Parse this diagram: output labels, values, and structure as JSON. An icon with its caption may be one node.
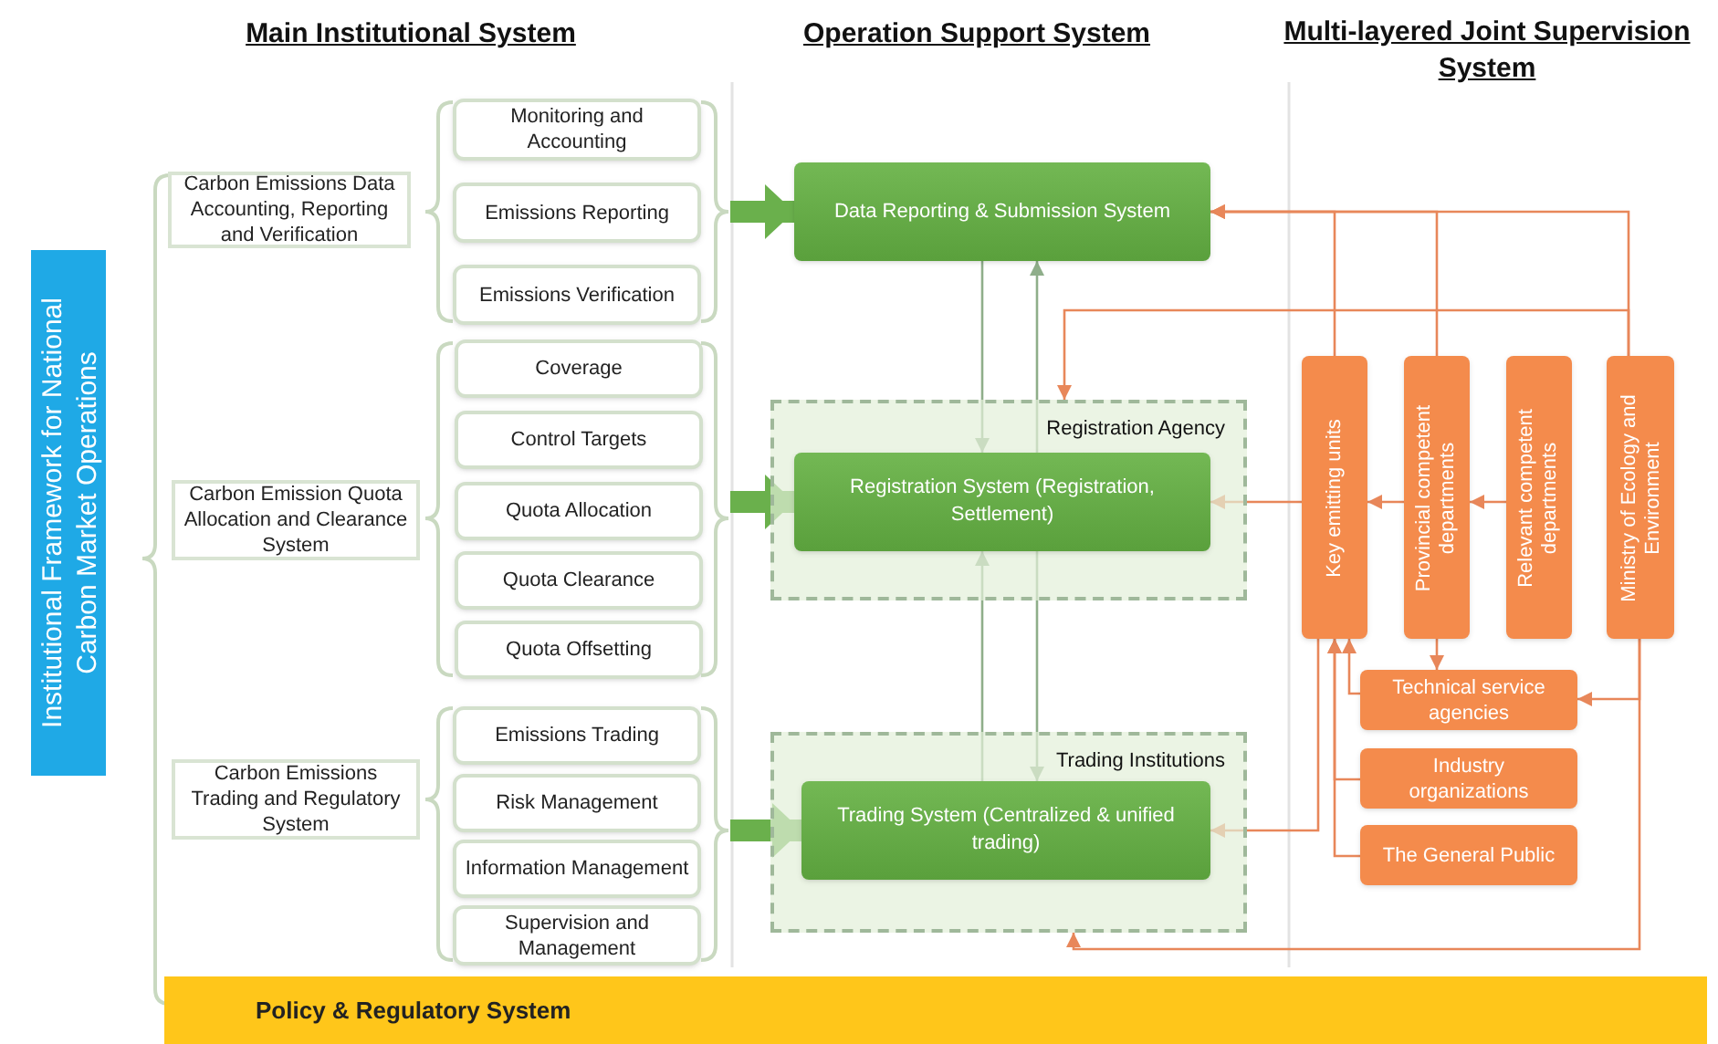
{
  "diagram": {
    "nodes": [
      {
        "text": [
          "Institutional Framework for National Carbon Market Operations"
        ]
      },
      {
        "text": [
          "Carbon Emissions Data Accounting, Reporting and Verification"
        ]
      },
      {
        "text": [
          "Carbon Emission Quota Allocation and Clearance System"
        ]
      },
      {
        "text": [
          "Carbon Emissions Trading and Regulatory System"
        ]
      },
      {
        "text": [
          "Monitoring and Accounting"
        ]
      },
      {
        "text": [
          "Emissions Reporting"
        ]
      },
      {
        "text": [
          "Emissions Verification"
        ]
      },
      {
        "text": [
          "Coverage"
        ]
      },
      {
        "text": [
          "Control Targets"
        ]
      },
      {
        "text": [
          "Quota Allocation"
        ]
      },
      {
        "text": [
          "Quota Clearance"
        ]
      },
      {
        "text": [
          "Quota Offsetting"
        ]
      },
      {
        "text": [
          "Emissions Trading"
        ]
      },
      {
        "text": [
          "Risk Management"
        ]
      },
      {
        "text": [
          "Information Management"
        ]
      },
      {
        "text": [
          "Supervision and Management"
        ]
      },
      {
        "text": [
          "Data Reporting & Submission System"
        ]
      },
      {
        "text": [
          "Registration Agency"
        ]
      },
      {
        "text": [
          "Registration System (Registration, Settlement)"
        ],
        "in": 17
      },
      {
        "text": [
          "Trading Institutions"
        ]
      },
      {
        "text": [
          "Trading System (Centralized & unified trading)"
        ],
        "in": 19
      },
      {
        "text": [
          "Key emitting units"
        ]
      },
      {
        "text": [
          "Provincial competent departments"
        ]
      },
      {
        "text": [
          "Relevant competent departments"
        ]
      },
      {
        "text": [
          "Ministry of Ecology and Environment"
        ]
      },
      {
        "text": [
          "Technical service agencies"
        ]
      },
      {
        "text": [
          "Industry organizations"
        ]
      },
      {
        "text": [
          "The General Public"
        ]
      },
      {
        "text": [
          "Policy & Regulatory System"
        ]
      },
      {
        "text": [],
        "shape": "brace"
      },
      {
        "text": [],
        "shape": "brace"
      },
      {
        "text": [],
        "shape": "brace"
      }
    ],
    "edges": [
      {
        "from": 29,
        "to": 16,
        "arrow": "to",
        "style": "thick",
        "color": "#6ab04c"
      },
      {
        "from": 30,
        "to": 18,
        "arrow": "to",
        "style": "thick",
        "color": "#6ab04c"
      },
      {
        "from": 31,
        "to": 20,
        "arrow": "to",
        "style": "thick",
        "color": "#6ab04c"
      },
      {
        "from": 16,
        "to": 18,
        "arrow": "to",
        "color": "#8fae8a"
      },
      {
        "from": 20,
        "to": 18,
        "arrow": "to",
        "color": "#8fae8a"
      },
      {
        "from": 18,
        "to": 16,
        "arrow": "to",
        "color": "#8fae8a"
      },
      {
        "from": 24,
        "to": 16,
        "arrow": "to"
      },
      {
        "from": 21,
        "to": 16,
        "arrow": "to"
      },
      {
        "from": 22,
        "to": 16,
        "arrow": "to"
      },
      {
        "from": 24,
        "to": 17,
        "arrow": "to"
      },
      {
        "from": 21,
        "to": 18,
        "arrow": "to"
      },
      {
        "from": 22,
        "to": 21,
        "arrow": "to"
      },
      {
        "from": 23,
        "to": 22,
        "arrow": "to"
      },
      {
        "from": 21,
        "to": 20,
        "arrow": "to"
      },
      {
        "from": 25,
        "to": 21,
        "arrow": "to"
      },
      {
        "from": 26,
        "to": 21,
        "arrow": "to"
      },
      {
        "from": 27,
        "to": 21,
        "arrow": "to"
      },
      {
        "from": 22,
        "to": 25,
        "arrow": "to"
      },
      {
        "from": 24,
        "to": 25,
        "arrow": "to"
      },
      {
        "from": 24,
        "to": 19,
        "arrow": "to"
      },
      {
        "from": 18,
        "to": 20,
        "arrow": "to",
        "color": "#8fae8a"
      }
    ],
    "labels": [
      "Main Institutional System",
      "Operation Support System",
      "Multi-layered Joint Supervision System"
    ]
  }
}
